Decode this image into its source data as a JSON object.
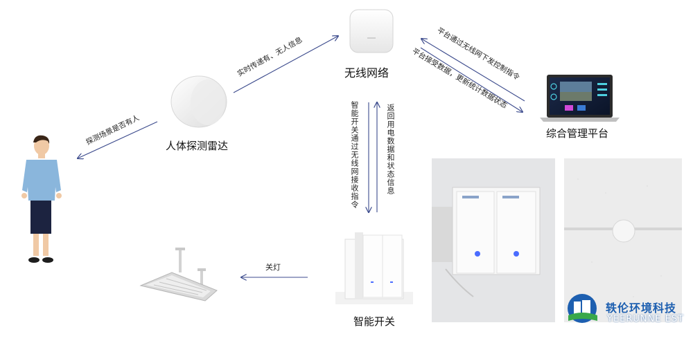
{
  "nodes": {
    "wireless_network": "无线网络",
    "radar": "人体探测雷达",
    "platform": "综合管理平台",
    "smart_switch": "智能开关"
  },
  "arrows": {
    "radar_to_network": "实时传递有、无人信息",
    "platform_to_network": "平台通过无线网下发控制指令",
    "network_to_platform": "平台接受数据，更新统计数据状态",
    "radar_to_person": "探测场景是否有人",
    "network_to_switch": "智能开关通过无线网接收指令",
    "switch_to_network": "返回用电数据和状态信息",
    "switch_to_light": "关灯"
  },
  "watermark": {
    "company_cn": "轶伦环境科技",
    "company_en": "YEERUNNE EST"
  },
  "colors": {
    "arrow": "#3b4a8c",
    "logo_blue": "#1d5fb0",
    "logo_green": "#39a84a",
    "led_blue": "#4a6cff"
  }
}
